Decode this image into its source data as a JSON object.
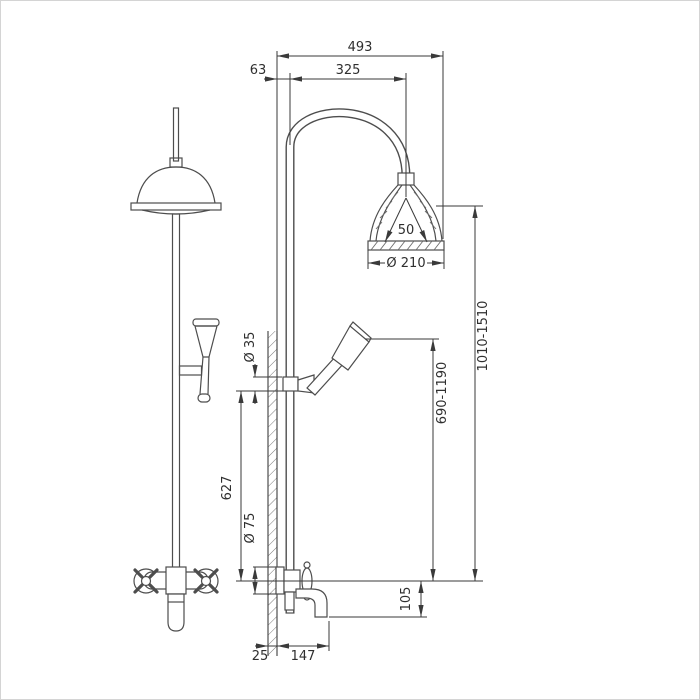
{
  "colors": {
    "line": "#4d4d4d",
    "dimension": "#3a3a3a",
    "background": "#ffffff",
    "border": "#d4d4d4"
  },
  "dims": {
    "overall_reach": "493",
    "wall_to_column_center": "63",
    "column_to_head_center": "325",
    "spray_angle": "50",
    "head_diameter": "Ø 210",
    "overall_height_range": "1010-1510",
    "handshower_height_range": "690-1190",
    "slider_diameter": "Ø 35",
    "column_segment": "627",
    "escutcheon_diameter": "Ø 75",
    "spout_drop": "105",
    "wall_thickness": "25",
    "spout_reach": "147"
  }
}
